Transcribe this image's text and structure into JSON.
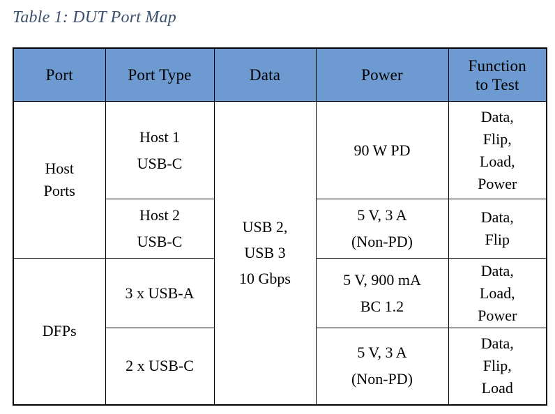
{
  "caption": "Table 1: DUT Port Map",
  "colors": {
    "header_background": "#6d9ad0",
    "header_text": "#ffffff",
    "caption_text": "#3b4f6b",
    "border": "#000000",
    "page_background": "#ffffff"
  },
  "table": {
    "columns": [
      {
        "key": "port",
        "label": "Port"
      },
      {
        "key": "port_type",
        "label": "Port Type"
      },
      {
        "key": "data",
        "label": "Data"
      },
      {
        "key": "power",
        "label": "Power"
      },
      {
        "key": "function_to_test",
        "label_line1": "Function",
        "label_line2": "to Test",
        "label": "Function to Test"
      }
    ],
    "groups": [
      {
        "key": "host-ports",
        "label_line1": "Host",
        "label_line2": "Ports",
        "label": "Host Ports",
        "rowspan": 2
      },
      {
        "key": "dfps",
        "label_line1": "DFPs",
        "label_line2": "",
        "label": "DFPs",
        "rowspan": 2
      }
    ],
    "data_cell": {
      "line1": "USB 2,",
      "line2": "USB 3",
      "line3": "10 Gbps",
      "text": "USB 2, USB 3 10 Gbps",
      "rowspan": 4
    },
    "rows": [
      {
        "group": "Host Ports",
        "port_type_line1": "Host 1",
        "port_type_line2": "USB-C",
        "port_type": "Host 1 USB-C",
        "power_line1": "90 W PD",
        "power_line2": "",
        "power": "90 W PD",
        "function_lines": [
          "Data,",
          "Flip,",
          "Load,",
          "Power"
        ],
        "function_to_test": "Data, Flip, Load, Power"
      },
      {
        "group": "Host Ports",
        "port_type_line1": "Host 2",
        "port_type_line2": "USB-C",
        "port_type": "Host 2 USB-C",
        "power_line1": "5 V, 3 A",
        "power_line2": "(Non-PD)",
        "power": "5 V, 3 A (Non-PD)",
        "function_lines": [
          "Data,",
          "Flip"
        ],
        "function_to_test": "Data, Flip"
      },
      {
        "group": "DFPs",
        "port_type_line1": "3 x USB-A",
        "port_type_line2": "",
        "port_type": "3 x USB-A",
        "power_line1": "5 V, 900 mA",
        "power_line2": "BC 1.2",
        "power": "5 V, 900 mA BC 1.2",
        "function_lines": [
          "Data,",
          "Load,",
          "Power"
        ],
        "function_to_test": "Data, Load, Power"
      },
      {
        "group": "DFPs",
        "port_type_line1": "2 x USB-C",
        "port_type_line2": "",
        "port_type": "2 x USB-C",
        "power_line1": "5 V, 3 A",
        "power_line2": "(Non-PD)",
        "power": "5 V, 3 A (Non-PD)",
        "function_lines": [
          "Data,",
          "Flip,",
          "Load"
        ],
        "function_to_test": "Data, Flip, Load"
      }
    ]
  }
}
